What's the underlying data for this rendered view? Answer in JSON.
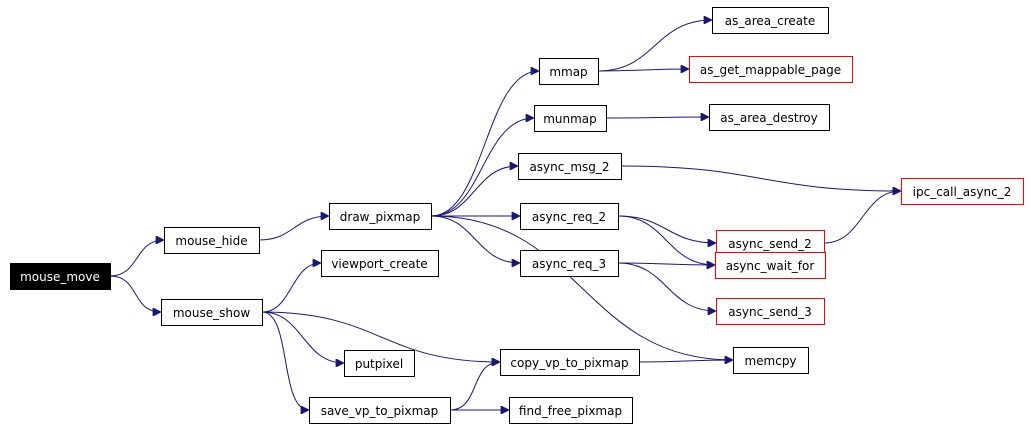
{
  "graph": {
    "colors": {
      "edge": "#191970",
      "external_border": "#ff0000",
      "internal_border": "#000000",
      "root_fill": "#000000",
      "root_text": "#ffffff"
    },
    "nodes": {
      "mouse_move": {
        "label": "mouse_move",
        "kind": "root"
      },
      "mouse_hide": {
        "label": "mouse_hide",
        "kind": "internal"
      },
      "mouse_show": {
        "label": "mouse_show",
        "kind": "internal"
      },
      "draw_pixmap": {
        "label": "draw_pixmap",
        "kind": "internal"
      },
      "viewport_create": {
        "label": "viewport_create",
        "kind": "internal"
      },
      "putpixel": {
        "label": "putpixel",
        "kind": "internal"
      },
      "save_vp_to_pixmap": {
        "label": "save_vp_to_pixmap",
        "kind": "internal"
      },
      "copy_vp_to_pixmap": {
        "label": "copy_vp_to_pixmap",
        "kind": "internal"
      },
      "find_free_pixmap": {
        "label": "find_free_pixmap",
        "kind": "internal"
      },
      "mmap": {
        "label": "mmap",
        "kind": "internal"
      },
      "munmap": {
        "label": "munmap",
        "kind": "internal"
      },
      "async_msg_2": {
        "label": "async_msg_2",
        "kind": "internal"
      },
      "async_req_2": {
        "label": "async_req_2",
        "kind": "internal"
      },
      "async_req_3": {
        "label": "async_req_3",
        "kind": "internal"
      },
      "as_area_create": {
        "label": "as_area_create",
        "kind": "internal"
      },
      "as_get_mappable_page": {
        "label": "as_get_mappable_page",
        "kind": "external"
      },
      "as_area_destroy": {
        "label": "as_area_destroy",
        "kind": "internal"
      },
      "ipc_call_async_2": {
        "label": "ipc_call_async_2",
        "kind": "external"
      },
      "async_send_2": {
        "label": "async_send_2",
        "kind": "external"
      },
      "async_wait_for": {
        "label": "async_wait_for",
        "kind": "external"
      },
      "async_send_3": {
        "label": "async_send_3",
        "kind": "external"
      },
      "memcpy": {
        "label": "memcpy",
        "kind": "internal"
      }
    },
    "edges": [
      {
        "from": "mouse_move",
        "to": "mouse_hide"
      },
      {
        "from": "mouse_move",
        "to": "mouse_show"
      },
      {
        "from": "mouse_hide",
        "to": "draw_pixmap"
      },
      {
        "from": "mouse_show",
        "to": "viewport_create"
      },
      {
        "from": "mouse_show",
        "to": "putpixel"
      },
      {
        "from": "mouse_show",
        "to": "save_vp_to_pixmap"
      },
      {
        "from": "mouse_show",
        "to": "copy_vp_to_pixmap"
      },
      {
        "from": "draw_pixmap",
        "to": "mmap"
      },
      {
        "from": "draw_pixmap",
        "to": "munmap"
      },
      {
        "from": "draw_pixmap",
        "to": "async_msg_2"
      },
      {
        "from": "draw_pixmap",
        "to": "async_req_2"
      },
      {
        "from": "draw_pixmap",
        "to": "async_req_3"
      },
      {
        "from": "draw_pixmap",
        "to": "memcpy"
      },
      {
        "from": "mmap",
        "to": "as_area_create"
      },
      {
        "from": "mmap",
        "to": "as_get_mappable_page"
      },
      {
        "from": "munmap",
        "to": "as_area_destroy"
      },
      {
        "from": "async_msg_2",
        "to": "ipc_call_async_2"
      },
      {
        "from": "async_req_2",
        "to": "async_send_2"
      },
      {
        "from": "async_req_2",
        "to": "async_wait_for"
      },
      {
        "from": "async_req_3",
        "to": "async_wait_for"
      },
      {
        "from": "async_req_3",
        "to": "async_send_3"
      },
      {
        "from": "async_send_2",
        "to": "ipc_call_async_2"
      },
      {
        "from": "save_vp_to_pixmap",
        "to": "copy_vp_to_pixmap"
      },
      {
        "from": "save_vp_to_pixmap",
        "to": "find_free_pixmap"
      },
      {
        "from": "copy_vp_to_pixmap",
        "to": "memcpy"
      }
    ]
  }
}
